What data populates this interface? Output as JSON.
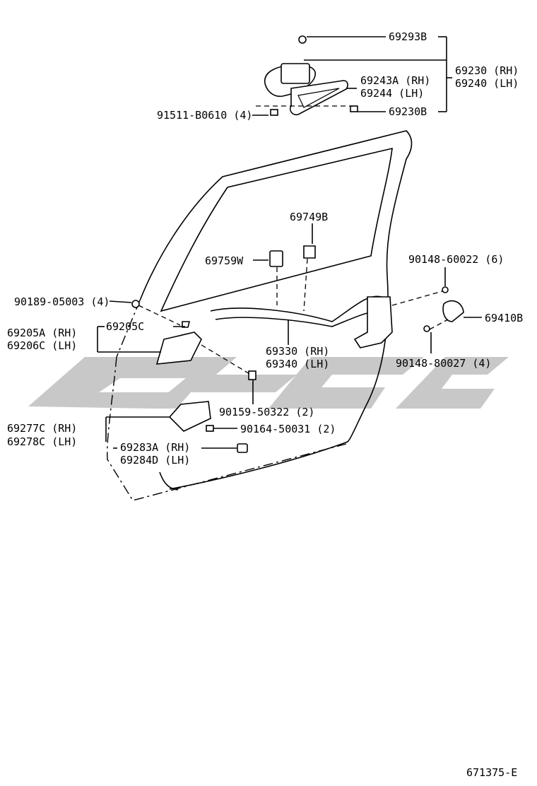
{
  "diagram_code": "671375-E",
  "watermark_color": "#c8c8c8",
  "labels": {
    "p69293B": "69293B",
    "p69230": "69230 (RH)",
    "p69240": "69240 (LH)",
    "p69243A": "69243A (RH)",
    "p69244": "69244  (LH)",
    "p91511": "91511-B0610 (4)",
    "p69230B": "69230B",
    "p69749B": "69749B",
    "p69759W": "69759W",
    "p90148_60022": "90148-60022 (6)",
    "p90189": "90189-05003 (4)",
    "p69410B": "69410B",
    "p69205A": "69205A (RH)",
    "p69206C": "69206C (LH)",
    "p69205C": "69205C",
    "p69330": "69330 (RH)",
    "p69340": "69340 (LH)",
    "p90148_80027": "90148-80027 (4)",
    "p90159": "90159-50322 (2)",
    "p69277C": "69277C (RH)",
    "p69278C": "69278C (LH)",
    "p90164": "90164-50031 (2)",
    "p69283A": "69283A (RH)",
    "p69284D": "69284D (LH)"
  }
}
